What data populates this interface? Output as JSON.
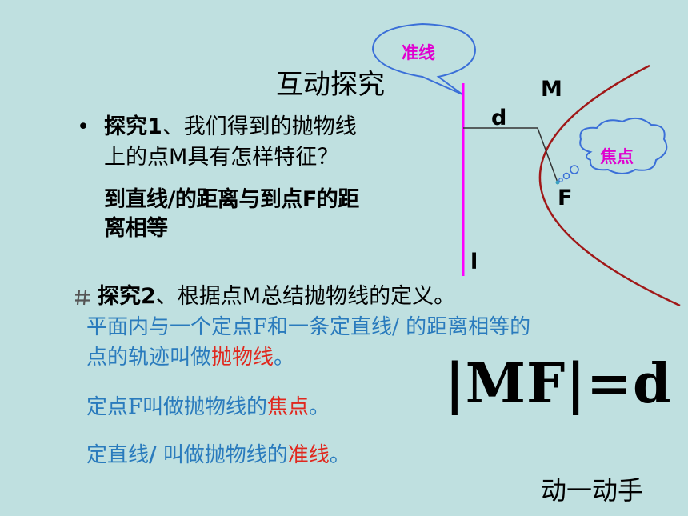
{
  "slide": {
    "title": "互动探究",
    "bullet_marker": "•",
    "explore1": {
      "label": "探究1",
      "text_line1": "、我们得到的抛物线",
      "text_line2": "上的点M具有怎样特征？"
    },
    "answer": {
      "line1": "到直线/的距离与到点F的距",
      "line2": "离相等"
    },
    "explore2": {
      "label": "探究2",
      "text": "、根据点M总结抛物线的定义。"
    },
    "definition": {
      "line1": "平面内与一个定点F和一条定直线/ 的距离相等的",
      "line2_prefix": "点的轨迹叫做",
      "line2_term": "抛物线",
      "line2_suffix": "。"
    },
    "focus_def": {
      "prefix": "定点F叫做抛物线的",
      "term": "焦点",
      "suffix": "。"
    },
    "directrix_def": {
      "prefix": "定直线",
      "slash": "/",
      "middle": " 叫做抛物线的",
      "term": "准线",
      "suffix": "。"
    },
    "formula": "|MF|=d",
    "action": "动一动手"
  },
  "diagram": {
    "callout_directrix": "准线",
    "callout_focus": "焦点",
    "label_M": "M",
    "label_d": "d",
    "label_F": "F",
    "label_l": "l"
  },
  "colors": {
    "background": "#bfe0e0",
    "directrix": "#ff00ff",
    "parabola": "#a01818",
    "callout_border": "#3a6fd8",
    "callout_text": "#e000d0",
    "definition_text": "#2a7bbd",
    "term_highlight": "#e0281e"
  }
}
